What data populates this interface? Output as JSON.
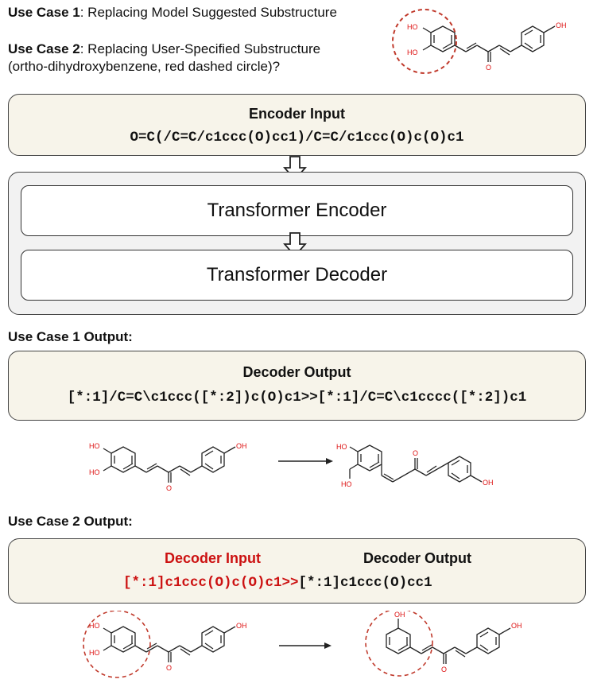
{
  "header": {
    "uc1_label": "Use Case 1",
    "uc1_text": ": Replacing Model Suggested Substructure",
    "uc2_label": "Use Case 2",
    "uc2_text": ": Replacing User-Specified Substructure",
    "uc2_text2": "(ortho-dihydroxybenzene, red dashed circle)?"
  },
  "encoder_input": {
    "title": "Encoder Input",
    "smiles": "O=C(/C=C/c1ccc(O)cc1)/C=C/c1ccc(O)c(O)c1"
  },
  "model": {
    "encoder_label": "Transformer Encoder",
    "decoder_label": "Transformer Decoder"
  },
  "use_case_1": {
    "heading": "Use Case 1 Output:",
    "box_title": "Decoder Output",
    "output_smiles": "[*:1]/C=C\\c1ccc([*:2])c(O)c1>>[*:1]/C=C\\c1cccc([*:2])c1"
  },
  "use_case_2": {
    "heading": "Use Case 2 Output:",
    "decoder_input_title": "Decoder Input",
    "decoder_output_title": "Decoder Output",
    "input_smiles": "[*:1]c1ccc(O)c(O)c1>>",
    "output_smiles": "[*:1]c1ccc(O)cc1"
  },
  "atom_labels": {
    "ho": "HO",
    "oh": "OH",
    "o": "O"
  },
  "colors": {
    "highlight_red": "#cc1111",
    "box_fill": "#f7f4ea",
    "outer_fill": "#f2f2f2",
    "circle_red": "#c0392b"
  },
  "icons": {
    "flow_arrow": "hollow-down-arrow-icon",
    "reaction_arrow": "right-arrow-icon"
  }
}
